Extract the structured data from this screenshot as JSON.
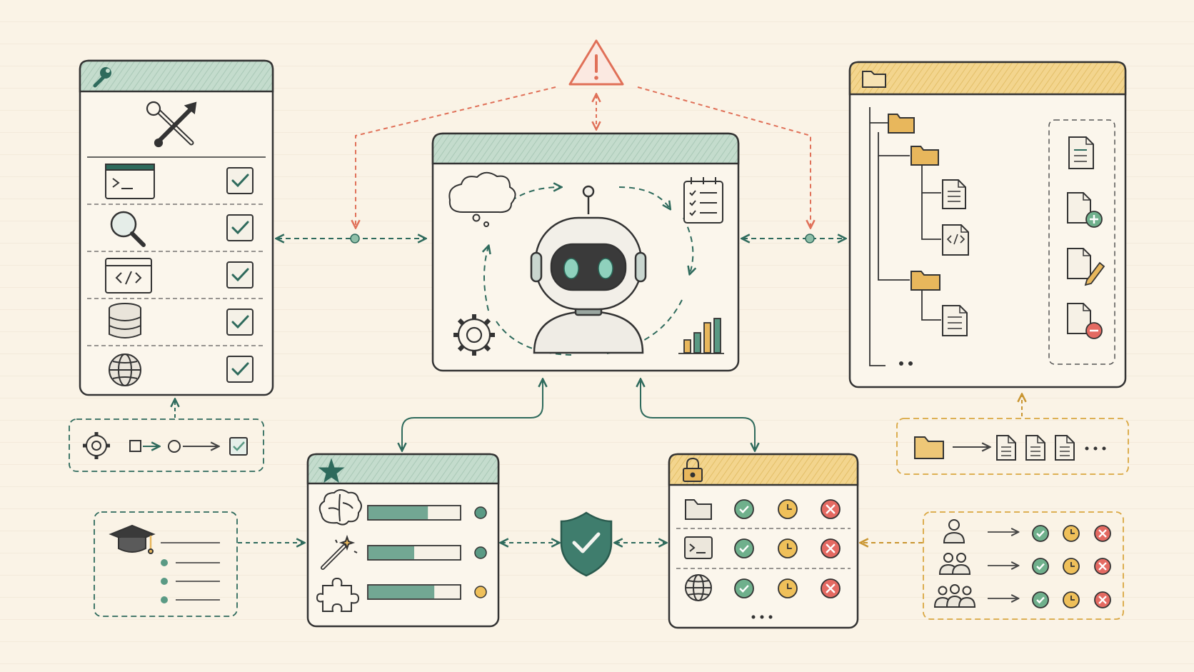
{
  "colors": {
    "paper": "#faf3e6",
    "ink": "#333333",
    "teal": "#2e6a5c",
    "teal_dot": "#5a9a84",
    "green_header": "#bcd6c6",
    "yellow_header": "#f0cf82",
    "folder": "#e8b75c",
    "alert": "#e07058",
    "gold_border": "#d9a640",
    "check_green": "#6fb08c",
    "clock_yellow": "#efc05a",
    "deny_red": "#e46a62"
  },
  "center_panel": {
    "icons": [
      "robot-icon",
      "thought-cloud-icon",
      "checklist-icon",
      "gear-icon",
      "bar-chart-icon"
    ]
  },
  "alert": {
    "icon": "warning-triangle-icon"
  },
  "tools_panel": {
    "header_icon": "wrench-icon",
    "hero_icon": "tools-crossed-icon",
    "rows": [
      {
        "icon": "terminal-icon",
        "checked": true
      },
      {
        "icon": "search-icon",
        "checked": true
      },
      {
        "icon": "code-window-icon",
        "checked": true
      },
      {
        "icon": "database-icon",
        "checked": true
      },
      {
        "icon": "globe-icon",
        "checked": true
      }
    ]
  },
  "tools_flow": {
    "icons": [
      "gear-icon",
      "square-icon",
      "circle-icon",
      "checkbox-icon"
    ]
  },
  "files_panel": {
    "header_icon": "folder-icon",
    "tree_icons": [
      "folder-icon",
      "folder-icon",
      "document-icon",
      "code-file-icon",
      "folder-icon",
      "document-icon"
    ],
    "actions": [
      "document-icon",
      "file-add-icon",
      "file-edit-icon",
      "file-remove-icon"
    ]
  },
  "files_flow": {
    "icons": [
      "folder-icon",
      "document-icon",
      "document-icon",
      "document-icon"
    ]
  },
  "skills_panel": {
    "header_icon": "star-icon",
    "rows": [
      {
        "icon": "brain-icon",
        "level": 0.65,
        "status": "green"
      },
      {
        "icon": "magic-wand-icon",
        "level": 0.5,
        "status": "green"
      },
      {
        "icon": "puzzle-icon",
        "level": 0.72,
        "status": "yellow"
      }
    ]
  },
  "learning_box": {
    "icons": [
      "graduation-cap-icon"
    ],
    "list_items": 4
  },
  "shield": {
    "icon": "shield-check-icon"
  },
  "permissions_panel": {
    "header_icon": "lock-icon",
    "rows": [
      {
        "icon": "folder-icon",
        "states": [
          "allow",
          "ask",
          "deny"
        ]
      },
      {
        "icon": "terminal-icon",
        "states": [
          "allow",
          "ask",
          "deny"
        ]
      },
      {
        "icon": "globe-icon",
        "states": [
          "allow",
          "ask",
          "deny"
        ]
      }
    ]
  },
  "roles_box": {
    "rows": [
      {
        "icon": "user-icon",
        "states": [
          "allow",
          "ask",
          "deny"
        ]
      },
      {
        "icon": "users-icon",
        "states": [
          "allow",
          "ask",
          "deny"
        ]
      },
      {
        "icon": "group-icon",
        "states": [
          "allow",
          "ask",
          "deny"
        ]
      }
    ]
  }
}
